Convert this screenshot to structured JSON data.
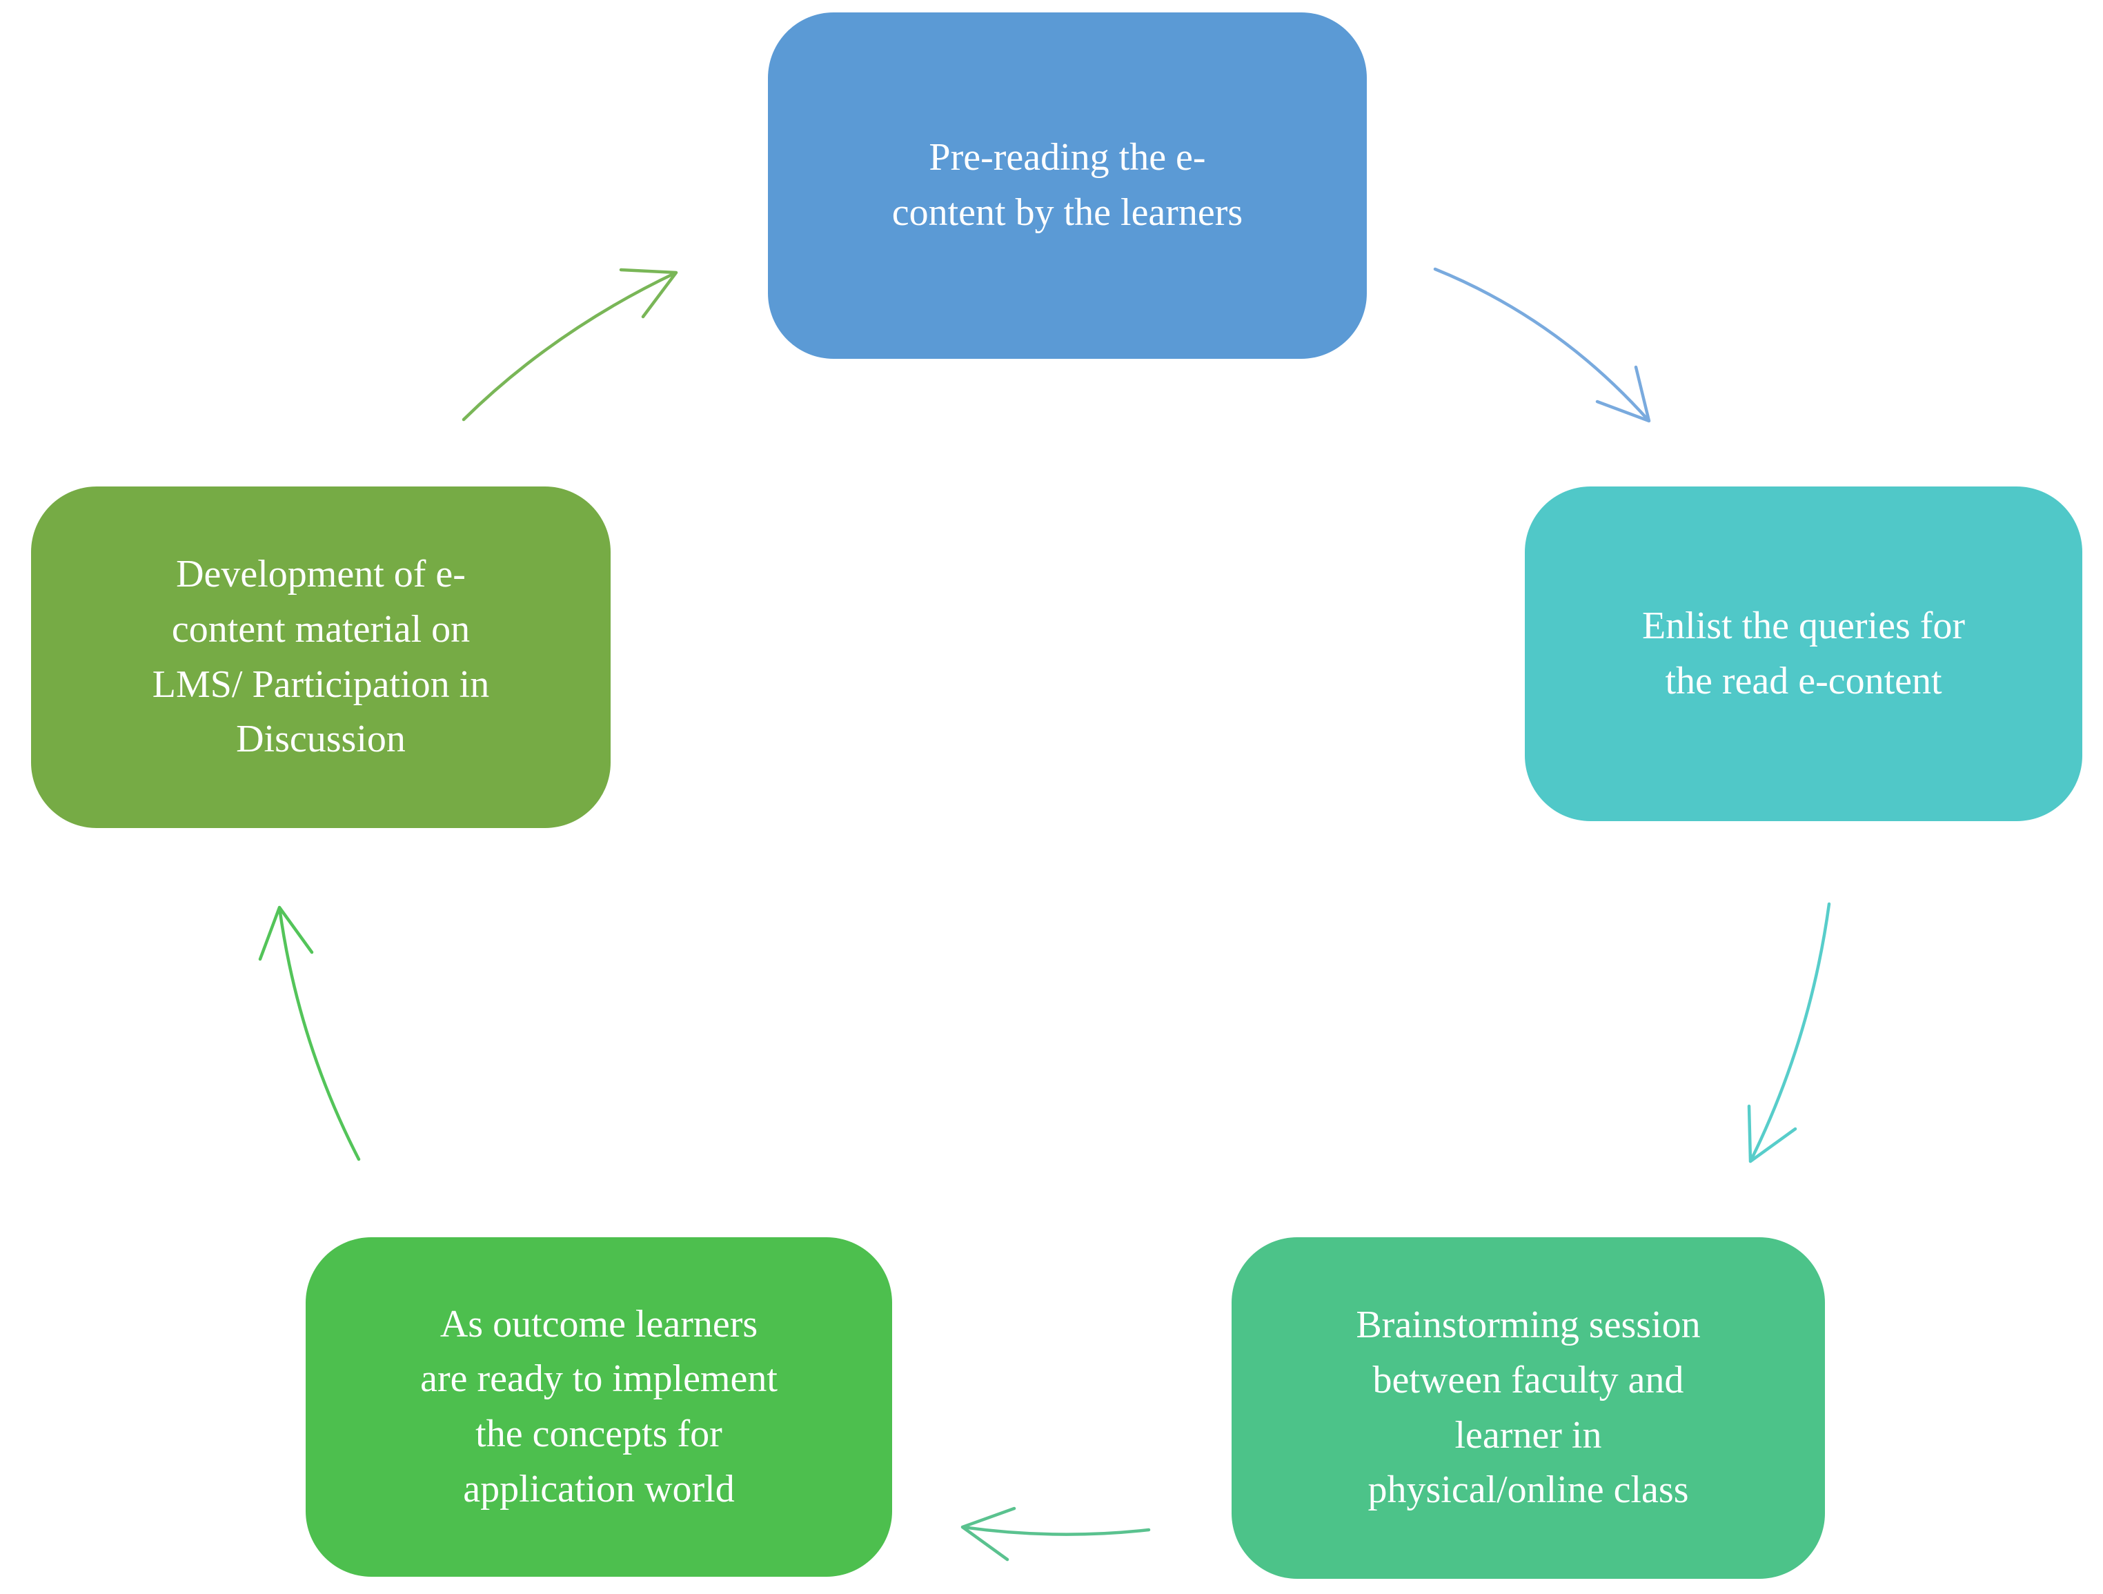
{
  "canvas": {
    "background": "#ffffff",
    "text_color": "#ffffff"
  },
  "nodes": [
    {
      "id": "pre-reading",
      "label": "Pre-reading the e-\ncontent by the learners",
      "fill": "#5b9ad5"
    },
    {
      "id": "enlist-queries",
      "label": "Enlist the queries for\nthe read e-content",
      "fill": "#50c8c8"
    },
    {
      "id": "brainstorming",
      "label": "Brainstorming session\nbetween faculty and\nlearner in\nphysical/online class",
      "fill": "#4cc389"
    },
    {
      "id": "outcome",
      "label": "As outcome learners\nare ready to implement\nthe concepts for\napplication world",
      "fill": "#4dbf4e"
    },
    {
      "id": "development",
      "label": "Development of e-\ncontent material on\nLMS/ Participation in\nDiscussion",
      "fill": "#76ab45"
    }
  ],
  "arrows": [
    {
      "id": "pre-reading-to-enlist-queries",
      "color": "#79aade"
    },
    {
      "id": "enlist-queries-to-brainstorming",
      "color": "#57cdca"
    },
    {
      "id": "brainstorming-to-outcome",
      "color": "#5ac28f"
    },
    {
      "id": "outcome-to-development",
      "color": "#53c459"
    },
    {
      "id": "development-to-pre-reading",
      "color": "#79b657"
    }
  ]
}
